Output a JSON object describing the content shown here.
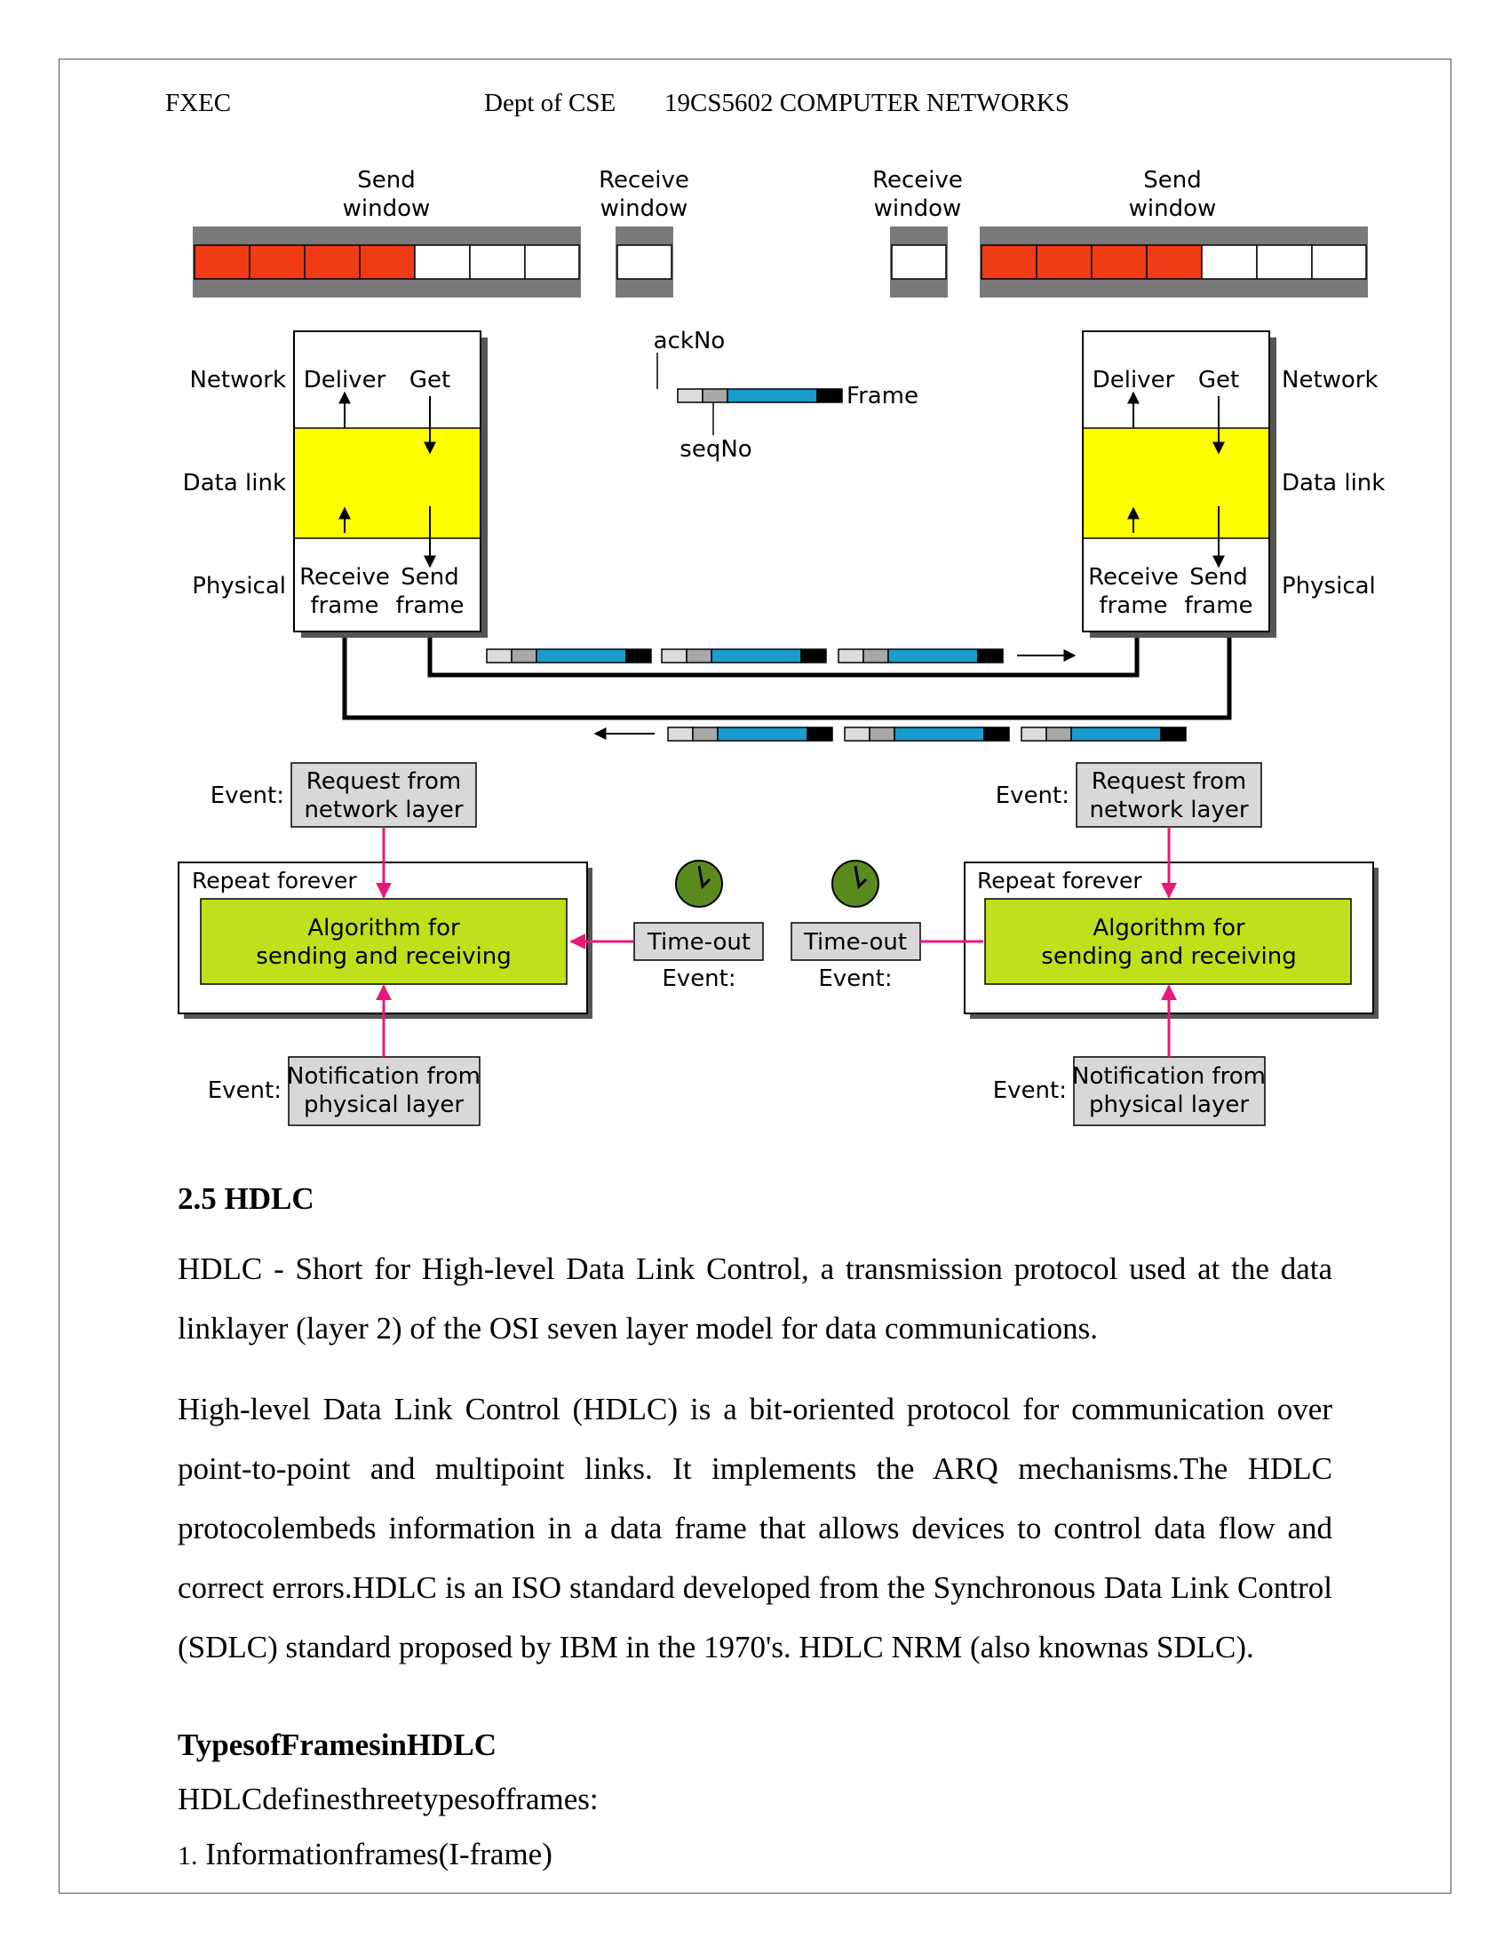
{
  "header": {
    "left": "FXEC",
    "center": "Dept of CSE",
    "right": "19CS5602 COMPUTER NETWORKS"
  },
  "diagram": {
    "send_window": [
      "Send",
      "window"
    ],
    "receive_window": [
      "Receive",
      "window"
    ],
    "network": "Network",
    "data_link": "Data link",
    "physical": "Physical",
    "deliver": "Deliver",
    "get": "Get",
    "receive_frame": [
      "Receive",
      "frame"
    ],
    "send_frame": [
      "Send",
      "frame"
    ],
    "ack_no": "ackNo",
    "seq_no": "seqNo",
    "frame": "Frame",
    "event": "Event:",
    "request": [
      "Request from",
      "network layer"
    ],
    "repeat": "Repeat forever",
    "algorithm": [
      "Algorithm for",
      "sending and receiving"
    ],
    "timeout": "Time-out",
    "notification": [
      "Notification from",
      "physical layer"
    ],
    "colors": {
      "window_filled": "#f03c14",
      "gray_band": "#7a7a7a",
      "data_link_band": "#ffff00",
      "frame_payload": "#1a9ccf",
      "algorithm_fill": "#bfe01a",
      "event_box": "#d8d8d8",
      "arrow_magenta": "#e6197a",
      "clock": "#5a8a1e"
    }
  },
  "section": {
    "title": "2.5 HDLC",
    "para1": "HDLC - Short for High-level Data Link Control, a transmission protocol used at the data linklayer (layer 2) of the OSI seven layer model for data communications.",
    "para2": "High-level Data Link Control (HDLC) is a bit-oriented protocol for communication over point-to-point and multipoint links. It implements the ARQ mechanisms.The HDLC protocolembeds information in a data frame that allows devices to control data flow and correct errors.HDLC is an ISO standard developed from the Synchronous Data Link Control (SDLC) standard proposed by IBM in the 1970's. HDLC NRM (also knownas SDLC).",
    "types_heading": "TypesofFramesinHDLC",
    "types_intro": "HDLCdefinesthreetypesofframes:",
    "list_num": "1.",
    "list_item1": "Informationframes(I-frame)"
  }
}
